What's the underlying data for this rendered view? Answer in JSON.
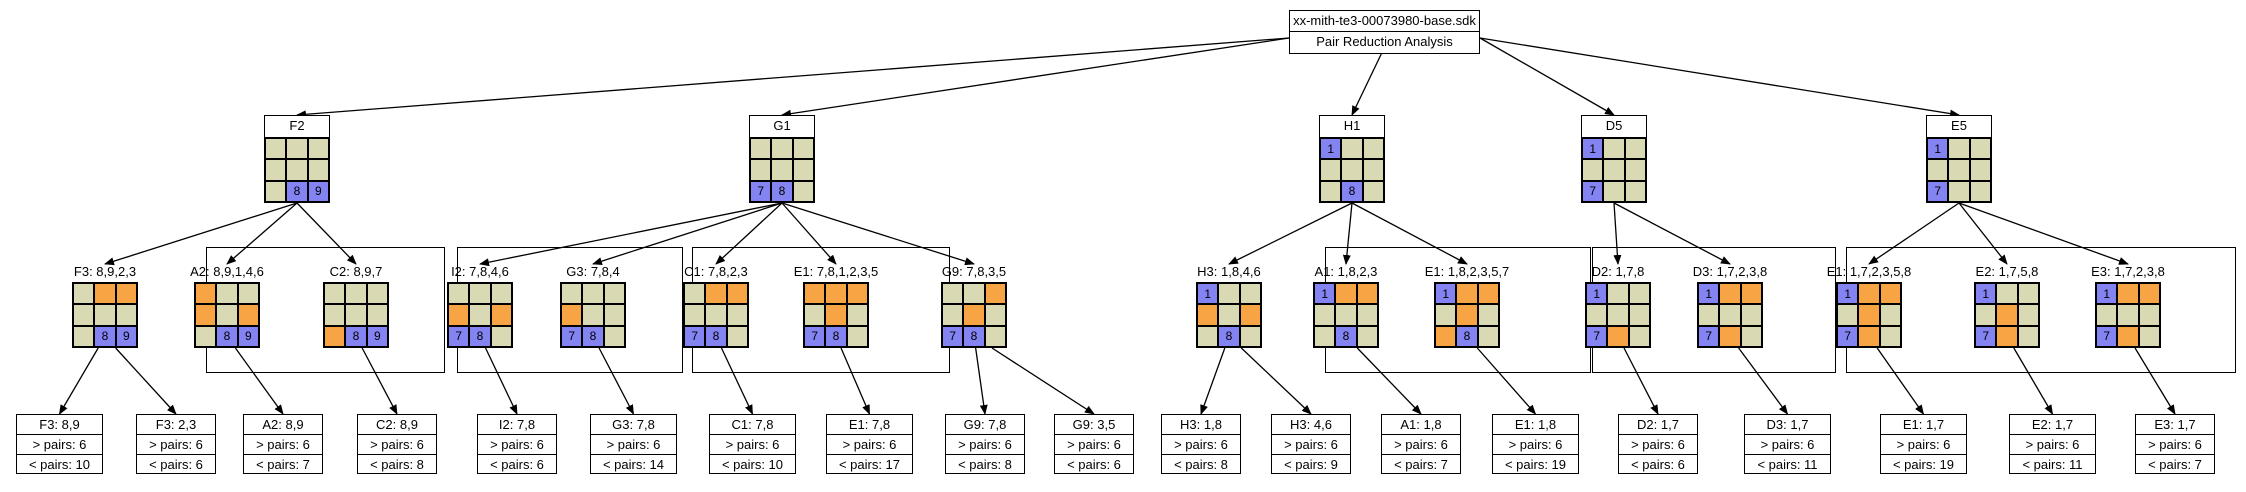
{
  "root": {
    "title": "xx-mith-te3-00073980-base.sdk",
    "subtitle": "Pair Reduction Analysis"
  },
  "level1": [
    {
      "id": "F2",
      "label": "F2",
      "grid": [
        "n",
        "n",
        "n",
        "n",
        "n",
        "n",
        "n",
        "b",
        "b"
      ],
      "nums": [
        "",
        "",
        "",
        "",
        "",
        "",
        "",
        "8",
        "9"
      ]
    },
    {
      "id": "G1",
      "label": "G1",
      "grid": [
        "n",
        "n",
        "n",
        "n",
        "n",
        "n",
        "b",
        "b",
        "n"
      ],
      "nums": [
        "",
        "",
        "",
        "",
        "",
        "",
        "7",
        "8",
        ""
      ]
    },
    {
      "id": "H1",
      "label": "H1",
      "grid": [
        "b",
        "n",
        "n",
        "n",
        "n",
        "n",
        "n",
        "b",
        "n"
      ],
      "nums": [
        "1",
        "",
        "",
        "",
        "",
        "",
        "",
        "8",
        ""
      ]
    },
    {
      "id": "D5",
      "label": "D5",
      "grid": [
        "b",
        "n",
        "n",
        "n",
        "n",
        "n",
        "b",
        "n",
        "n"
      ],
      "nums": [
        "1",
        "",
        "",
        "",
        "",
        "",
        "7",
        "",
        ""
      ]
    },
    {
      "id": "E5",
      "label": "E5",
      "grid": [
        "b",
        "n",
        "n",
        "n",
        "n",
        "n",
        "b",
        "n",
        "n"
      ],
      "nums": [
        "1",
        "",
        "",
        "",
        "",
        "",
        "7",
        "",
        ""
      ]
    }
  ],
  "level2": [
    {
      "id": "F3",
      "parent": "F2",
      "label": "F3: 8,9,2,3",
      "grid": [
        "n",
        "o",
        "o",
        "n",
        "n",
        "n",
        "n",
        "b",
        "b"
      ],
      "nums": [
        "",
        "",
        "",
        "",
        "",
        "",
        "",
        "8",
        "9"
      ]
    },
    {
      "id": "A2",
      "parent": "F2",
      "label": "A2: 8,9,1,4,6",
      "grid": [
        "o",
        "n",
        "n",
        "o",
        "n",
        "o",
        "n",
        "b",
        "b"
      ],
      "nums": [
        "",
        "",
        "",
        "",
        "",
        "",
        "",
        "8",
        "9"
      ]
    },
    {
      "id": "C2",
      "parent": "F2",
      "label": "C2: 8,9,7",
      "grid": [
        "n",
        "n",
        "n",
        "n",
        "n",
        "n",
        "o",
        "b",
        "b"
      ],
      "nums": [
        "",
        "",
        "",
        "",
        "",
        "",
        "",
        "8",
        "9"
      ]
    },
    {
      "id": "I2",
      "parent": "G1",
      "label": "I2: 7,8,4,6",
      "grid": [
        "n",
        "n",
        "n",
        "o",
        "n",
        "o",
        "b",
        "b",
        "n"
      ],
      "nums": [
        "",
        "",
        "",
        "",
        "",
        "",
        "7",
        "8",
        ""
      ]
    },
    {
      "id": "G3",
      "parent": "G1",
      "label": "G3: 7,8,4",
      "grid": [
        "n",
        "n",
        "n",
        "o",
        "n",
        "n",
        "b",
        "b",
        "n"
      ],
      "nums": [
        "",
        "",
        "",
        "",
        "",
        "",
        "7",
        "8",
        ""
      ]
    },
    {
      "id": "C1",
      "parent": "G1",
      "label": "C1: 7,8,2,3",
      "grid": [
        "n",
        "o",
        "o",
        "n",
        "n",
        "n",
        "b",
        "b",
        "n"
      ],
      "nums": [
        "",
        "",
        "",
        "",
        "",
        "",
        "7",
        "8",
        ""
      ]
    },
    {
      "id": "E1g",
      "parent": "G1",
      "label": "E1: 7,8,1,2,3,5",
      "grid": [
        "o",
        "o",
        "o",
        "n",
        "o",
        "n",
        "b",
        "b",
        "n"
      ],
      "nums": [
        "",
        "",
        "",
        "",
        "",
        "",
        "7",
        "8",
        ""
      ]
    },
    {
      "id": "G9",
      "parent": "G1",
      "label": "G9: 7,8,3,5",
      "grid": [
        "n",
        "n",
        "o",
        "n",
        "o",
        "n",
        "b",
        "b",
        "n"
      ],
      "nums": [
        "",
        "",
        "",
        "",
        "",
        "",
        "7",
        "8",
        ""
      ]
    },
    {
      "id": "H3",
      "parent": "H1",
      "label": "H3: 1,8,4,6",
      "grid": [
        "b",
        "n",
        "n",
        "o",
        "n",
        "o",
        "n",
        "b",
        "n"
      ],
      "nums": [
        "1",
        "",
        "",
        "",
        "",
        "",
        "",
        "8",
        ""
      ]
    },
    {
      "id": "A1",
      "parent": "H1",
      "label": "A1: 1,8,2,3",
      "grid": [
        "b",
        "o",
        "o",
        "n",
        "n",
        "n",
        "n",
        "b",
        "n"
      ],
      "nums": [
        "1",
        "",
        "",
        "",
        "",
        "",
        "",
        "8",
        ""
      ]
    },
    {
      "id": "E1h",
      "parent": "H1",
      "label": "E1: 1,8,2,3,5,7",
      "grid": [
        "b",
        "o",
        "o",
        "n",
        "o",
        "n",
        "o",
        "b",
        "n"
      ],
      "nums": [
        "1",
        "",
        "",
        "",
        "",
        "",
        "",
        "8",
        ""
      ]
    },
    {
      "id": "D2",
      "parent": "D5",
      "label": "D2: 1,7,8",
      "grid": [
        "b",
        "n",
        "n",
        "n",
        "n",
        "n",
        "b",
        "o",
        "n"
      ],
      "nums": [
        "1",
        "",
        "",
        "",
        "",
        "",
        "7",
        "",
        ""
      ]
    },
    {
      "id": "D3",
      "parent": "D5",
      "label": "D3: 1,7,2,3,8",
      "grid": [
        "b",
        "o",
        "o",
        "n",
        "n",
        "n",
        "b",
        "o",
        "n"
      ],
      "nums": [
        "1",
        "",
        "",
        "",
        "",
        "",
        "7",
        "",
        ""
      ]
    },
    {
      "id": "E1e",
      "parent": "E5",
      "label": "E1: 1,7,2,3,5,8",
      "grid": [
        "b",
        "o",
        "o",
        "n",
        "o",
        "n",
        "b",
        "o",
        "n"
      ],
      "nums": [
        "1",
        "",
        "",
        "",
        "",
        "",
        "7",
        "",
        ""
      ]
    },
    {
      "id": "E2",
      "parent": "E5",
      "label": "E2: 1,7,5,8",
      "grid": [
        "b",
        "n",
        "n",
        "n",
        "o",
        "n",
        "b",
        "o",
        "n"
      ],
      "nums": [
        "1",
        "",
        "",
        "",
        "",
        "",
        "7",
        "",
        ""
      ]
    },
    {
      "id": "E3",
      "parent": "E5",
      "label": "E3: 1,7,2,3,8",
      "grid": [
        "b",
        "o",
        "o",
        "n",
        "n",
        "n",
        "b",
        "o",
        "n"
      ],
      "nums": [
        "1",
        "",
        "",
        "",
        "",
        "",
        "7",
        "",
        ""
      ]
    }
  ],
  "leaves": [
    {
      "id": "L1",
      "parent": "F3",
      "title": "F3: 8,9",
      "gt": "> pairs: 6",
      "lt": "< pairs: 10"
    },
    {
      "id": "L2",
      "parent": "F3",
      "title": "F3: 2,3",
      "gt": "> pairs: 6",
      "lt": "< pairs: 6"
    },
    {
      "id": "L3",
      "parent": "A2",
      "title": "A2: 8,9",
      "gt": "> pairs: 6",
      "lt": "< pairs: 7"
    },
    {
      "id": "L4",
      "parent": "C2",
      "title": "C2: 8,9",
      "gt": "> pairs: 6",
      "lt": "< pairs: 8"
    },
    {
      "id": "L5",
      "parent": "I2",
      "title": "I2: 7,8",
      "gt": "> pairs: 6",
      "lt": "< pairs: 6"
    },
    {
      "id": "L6",
      "parent": "G3",
      "title": "G3: 7,8",
      "gt": "> pairs: 6",
      "lt": "< pairs: 14"
    },
    {
      "id": "L7",
      "parent": "C1",
      "title": "C1: 7,8",
      "gt": "> pairs: 6",
      "lt": "< pairs: 10"
    },
    {
      "id": "L8",
      "parent": "E1g",
      "title": "E1: 7,8",
      "gt": "> pairs: 6",
      "lt": "< pairs: 17"
    },
    {
      "id": "L9",
      "parent": "G9",
      "title": "G9: 7,8",
      "gt": "> pairs: 6",
      "lt": "< pairs: 8"
    },
    {
      "id": "L10",
      "parent": "G9",
      "title": "G9: 3,5",
      "gt": "> pairs: 6",
      "lt": "< pairs: 6"
    },
    {
      "id": "L11",
      "parent": "H3",
      "title": "H3: 1,8",
      "gt": "> pairs: 6",
      "lt": "< pairs: 8"
    },
    {
      "id": "L12",
      "parent": "H3",
      "title": "H3: 4,6",
      "gt": "> pairs: 6",
      "lt": "< pairs: 9"
    },
    {
      "id": "L13",
      "parent": "A1",
      "title": "A1: 1,8",
      "gt": "> pairs: 6",
      "lt": "< pairs: 7"
    },
    {
      "id": "L14",
      "parent": "E1h",
      "title": "E1: 1,8",
      "gt": "> pairs: 6",
      "lt": "< pairs: 19"
    },
    {
      "id": "L15",
      "parent": "D2",
      "title": "D2: 1,7",
      "gt": "> pairs: 6",
      "lt": "< pairs: 6"
    },
    {
      "id": "L16",
      "parent": "D3",
      "title": "D3: 1,7",
      "gt": "> pairs: 6",
      "lt": "< pairs: 11"
    },
    {
      "id": "L17",
      "parent": "E1e",
      "title": "E1: 1,7",
      "gt": "> pairs: 6",
      "lt": "< pairs: 19"
    },
    {
      "id": "L18",
      "parent": "E2",
      "title": "E2: 1,7",
      "gt": "> pairs: 6",
      "lt": "< pairs: 11"
    },
    {
      "id": "L19",
      "parent": "E3",
      "title": "E3: 1,7",
      "gt": "> pairs: 6",
      "lt": "< pairs: 7"
    }
  ],
  "clusters": [
    {
      "id": "cl-F2",
      "members": [
        "A2",
        "C2"
      ]
    },
    {
      "id": "cl-G1a",
      "members": [
        "I2",
        "G3"
      ]
    },
    {
      "id": "cl-G1b",
      "members": [
        "C1",
        "E1g"
      ]
    },
    {
      "id": "cl-H1",
      "members": [
        "A1",
        "E1h"
      ]
    },
    {
      "id": "cl-D5",
      "members": [
        "D2",
        "D3"
      ]
    },
    {
      "id": "cl-E5",
      "members": [
        "E1e",
        "E2",
        "E3"
      ]
    }
  ],
  "colors": {
    "neutral": "#d9d9b3",
    "orange": "#f7a444",
    "blue": "#8383f1",
    "border": "#000000"
  }
}
